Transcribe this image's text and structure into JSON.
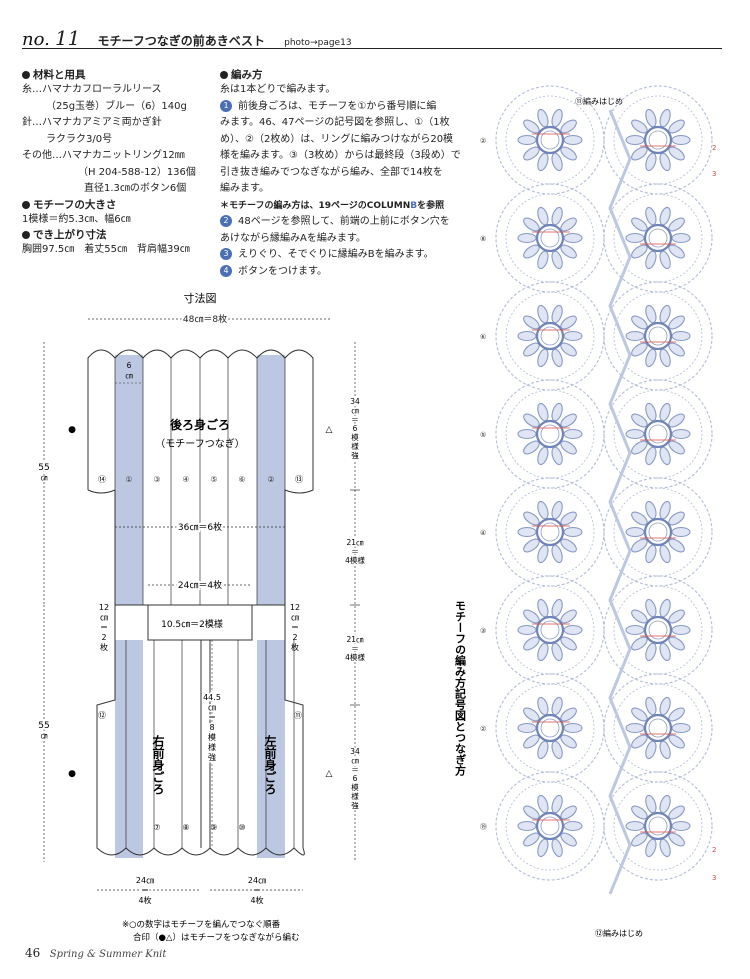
{
  "header": {
    "no_label": "no.",
    "number": "11",
    "title": "モチーフつなぎの前あきベスト",
    "photo_ref": "photo→page13"
  },
  "materials": {
    "title": "材料と用具",
    "lines": [
      "糸…ハマナカフローラルリース",
      "（25g玉巻）ブルー（6）140g",
      "針…ハマナカアミアミ両かぎ針",
      "ラクラク3/0号",
      "その他…ハマナカニットリング12㎜",
      "（H 204-588-12）136個",
      "直径1.3㎝のボタン6個"
    ]
  },
  "motif_size": {
    "title": "モチーフの大きさ",
    "text": "1模様＝約5.3㎝、幅6㎝"
  },
  "finished_size": {
    "title": "でき上がり寸法",
    "text": "胸囲97.5㎝　着丈55㎝　背肩幅39㎝"
  },
  "method": {
    "title": "編み方",
    "intro": "糸は1本どりで編みます。",
    "step1_num": "1",
    "step1_lines": [
      "前後身ごろは、モチーフを①から番号順に編",
      "みます。46、47ページの記号図を参照し、①（1枚",
      "め）、②（2枚め）は、リングに編みつけながら20模",
      "様を編みます。③（3枚め）からは最終段（3段め）で",
      "引き抜き編みでつなぎながら編み、全部で14枚を",
      "編みます。"
    ],
    "note": "＊モチーフの編み方は、19ページのCOLUMN",
    "note_letter": "B",
    "note_tail": "を参照",
    "step2_num": "2",
    "step2_lines": [
      "48ページを参照して、前端の上前にボタン穴を",
      "あけながら縁編みAを編みます。"
    ],
    "step3_num": "3",
    "step3_text": "えりぐり、そでぐりに縁編みBを編みます。",
    "step4_num": "4",
    "step4_text": "ボタンをつけます。"
  },
  "diagram": {
    "title": "寸法図",
    "width_top": "48㎝＝8枚",
    "back_label_1": "後ろ身ごろ",
    "back_label_2": "（モチーフつなぎ）",
    "mid_width": "36㎝＝6枚",
    "neck_width": "24㎝＝4枚",
    "neck_depth": "10.5㎝＝2模様",
    "strip_width": "6",
    "strip_unit": "㎝",
    "right_front": "右前身ごろ",
    "left_front": "左前身ごろ",
    "height_55_top": "55",
    "height_55_bottom": "55",
    "cm": "㎝",
    "side_12_left": [
      "12",
      "㎝",
      "＝",
      "2",
      "枚"
    ],
    "side_12_right": [
      "12",
      "㎝",
      "＝",
      "2",
      "枚"
    ],
    "r34_top": [
      "34",
      "㎝",
      "＝",
      "6",
      "模",
      "様",
      "強"
    ],
    "r21_a": [
      "21㎝",
      "＝",
      "4模様"
    ],
    "r21_b": [
      "21㎝",
      "＝",
      "4模様"
    ],
    "r34_bottom": [
      "34",
      "㎝",
      "＝",
      "6",
      "模",
      "様",
      "強"
    ],
    "front_445": [
      "44.5",
      "㎝",
      "＝",
      "8",
      "模",
      "様",
      "強"
    ],
    "bottom_left": [
      "24㎝",
      "＝",
      "4枚"
    ],
    "bottom_right": [
      "24㎝",
      "＝",
      "4枚"
    ],
    "motif_numbers": [
      "⑭",
      "⑬",
      "⑫",
      "⑪",
      "⑦",
      "⑧",
      "⑨",
      "⑩"
    ],
    "bullet_mark": "●",
    "triangle_mark": "△",
    "note_1": "※○の数字はモチーフを編んでつなぐ順番",
    "note_2": "合印（●△）はモチーフをつなぎながら編む"
  },
  "side_panel": {
    "vertical_title": "モチーフの編み方記号図とつなぎ方",
    "top_label": "⑪編みはじめ",
    "bottom_label": "⑫編みはじめ",
    "row_marks": [
      "②",
      "⑧",
      "⑥",
      "⑤",
      "④",
      "③",
      "②",
      "⑲"
    ],
    "pointer_marks": [
      "2",
      "3",
      "2",
      "3"
    ],
    "colors": {
      "motif": "#8a9bc6",
      "chain": "#b7c1dd",
      "ring": "#6f84b8",
      "accent": "#d84a4a",
      "band": "#bcc7e2"
    }
  },
  "footer": {
    "page": "46",
    "text": "Spring & Summer Knit"
  }
}
